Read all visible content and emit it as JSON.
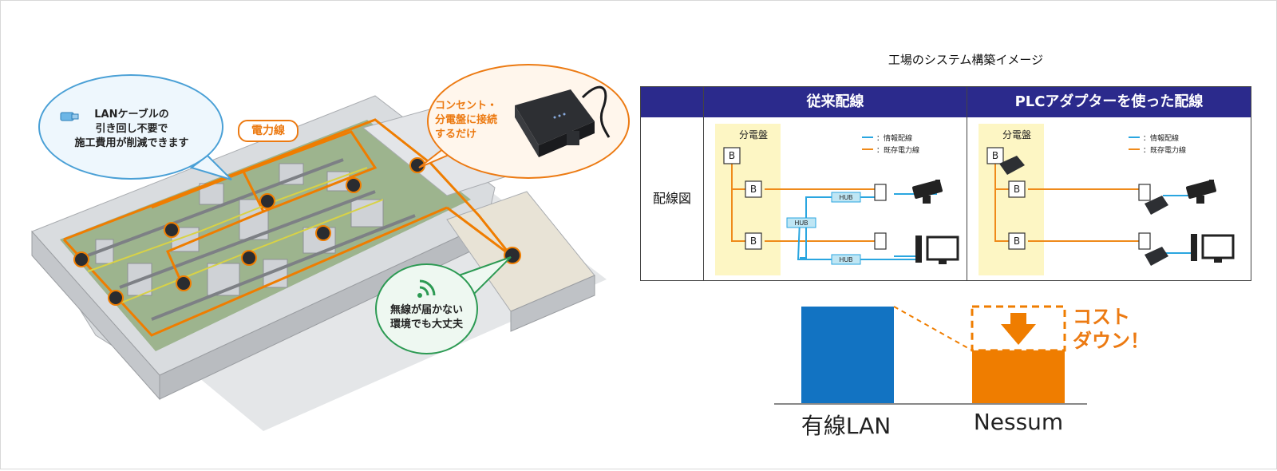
{
  "factory": {
    "lan_bubble_line1": "LANケーブルの",
    "lan_bubble_line2": "引き回し不要で",
    "lan_bubble_line3": "施工費用が削減できます",
    "plug_bubble_line1": "コンセント・",
    "plug_bubble_line2": "分電盤に接続",
    "plug_bubble_line3": "するだけ",
    "wifi_bubble_line1": "無線が届かない",
    "wifi_bubble_line2": "環境でも大丈夫",
    "power_line_label": "電力線"
  },
  "diagram": {
    "title": "工場のシステム構築イメージ",
    "header_left": "従来配線",
    "header_right": "PLCアダプターを使った配線",
    "row_label": "配線図",
    "panel_label": "分電盤",
    "breaker": "B",
    "hub": "HUB",
    "legend_info": "：情報配線",
    "legend_power": "：既存電力線",
    "colors": {
      "info": "#2aa6e0",
      "power": "#ef8a1a",
      "header": "#2b2a8c",
      "panel": "#fdf6c4"
    }
  },
  "chart_data": {
    "type": "bar",
    "categories": [
      "有線LAN",
      "Nessum"
    ],
    "values": [
      1.0,
      0.55
    ],
    "previous_value_nessum": 1.0,
    "colors": [
      "#1273c2",
      "#ef7d00"
    ],
    "annotation": "コストダウン！",
    "annotation_lines": [
      "コスト",
      "ダウン！"
    ]
  }
}
